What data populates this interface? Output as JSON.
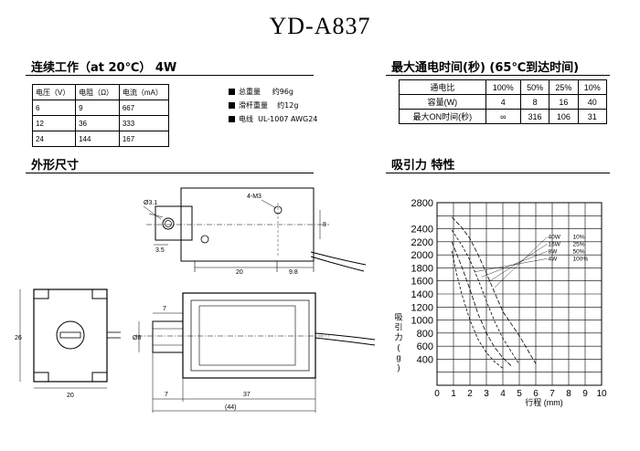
{
  "title": "YD-A837",
  "continuous": {
    "heading": "连续工作（at 20℃） 4W",
    "headers": [
      "电压（V）",
      "电阻（Ω）",
      "电流（mA）"
    ],
    "rows": [
      [
        "6",
        "9",
        "667"
      ],
      [
        "12",
        "36",
        "333"
      ],
      [
        "24",
        "144",
        "167"
      ]
    ]
  },
  "specs": [
    {
      "label": "总重量",
      "value": "约96g"
    },
    {
      "label": "滑杆重量",
      "value": "约12g"
    },
    {
      "label": "电线",
      "value": "UL-1007 AWG24"
    }
  ],
  "max_on": {
    "heading": "最大通电时间(秒) (65℃到达时间)",
    "rows": [
      [
        "通电比",
        "100%",
        "50%",
        "25%",
        "10%"
      ],
      [
        "容量(W)",
        "4",
        "8",
        "16",
        "40"
      ],
      [
        "最大ON时间(秒)",
        "∞",
        "316",
        "106",
        "31"
      ]
    ]
  },
  "outline": {
    "heading": "外形尺寸",
    "dims": {
      "hole_dia": "Ø3.1",
      "thread": "4-M3",
      "side_8": "8",
      "d35": "3.5",
      "d20_top": "20",
      "d98": "9.8",
      "d26": "26",
      "d20_front": "20",
      "d7_top": "7",
      "plunger_dia": "Ø8",
      "d7_bottom": "7",
      "d37": "37",
      "d44": "(44)"
    }
  },
  "force_chart": {
    "heading": "吸引力 特性"
  },
  "chart_data": {
    "type": "line",
    "title": "吸引力 特性",
    "ylabel": "吸引力(g)",
    "xlabel": "行程 (mm)",
    "xlim": [
      0,
      10
    ],
    "ylim": [
      0,
      2800
    ],
    "x_ticks": [
      "0",
      "1",
      "2",
      "3",
      "4",
      "5",
      "6",
      "7",
      "8",
      "9",
      "10"
    ],
    "y_ticks": [
      "400",
      "600",
      "800",
      "1000",
      "1200",
      "1400",
      "1600",
      "1800",
      "2000",
      "2200",
      "2400",
      "2800"
    ],
    "grid": true,
    "legend_position": "top-right",
    "series": [
      {
        "name": "40W 10%",
        "x": [
          0.9,
          1.5,
          2,
          2.5,
          3,
          3.5,
          4,
          5,
          6
        ],
        "y": [
          2580,
          2420,
          2250,
          2000,
          1720,
          1420,
          1130,
          760,
          330
        ]
      },
      {
        "name": "16W 25%",
        "x": [
          0.9,
          1.5,
          2,
          2.5,
          3,
          3.5,
          4,
          4.5,
          5
        ],
        "y": [
          2380,
          2150,
          1920,
          1620,
          1290,
          980,
          720,
          520,
          320
        ]
      },
      {
        "name": "8W 50%",
        "x": [
          0.9,
          1.5,
          2,
          2.5,
          3,
          3.5,
          4,
          4.5
        ],
        "y": [
          2200,
          1820,
          1470,
          1090,
          800,
          580,
          420,
          300
        ]
      },
      {
        "name": "4W 100%",
        "x": [
          0.9,
          1.2,
          1.5,
          2,
          2.5,
          3,
          3.5,
          4
        ],
        "y": [
          2060,
          1700,
          1400,
          1000,
          700,
          500,
          360,
          260
        ]
      }
    ]
  }
}
